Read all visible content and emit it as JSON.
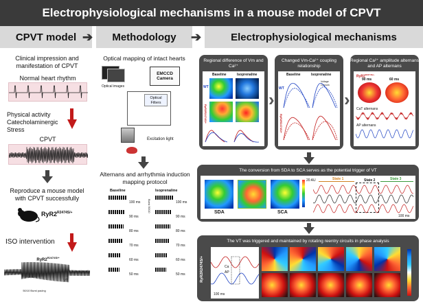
{
  "title": "Electrophysiological mechanisms in a  mouse model of CPVT",
  "headers": {
    "model": "CPVT model",
    "method": "Methodology",
    "mech": "Electrophysiological mechanisms"
  },
  "left": {
    "clinical": "Clinical impression and manifestation of CPVT",
    "normal": "Normal heart rhythm",
    "stress": "Physical activity\nCatecholaminergic\nStress",
    "cpvt": "CPVT",
    "reproduce": "Reproduce a mouse model with CPVT successfully",
    "mouse_label": "RyR2",
    "mouse_sup": "R2474S/+",
    "iso": "ISO intervention",
    "ecg_label": "RyR2",
    "ecg_sup": "R2474S/+",
    "vt": "VT",
    "pacing": "50/10 Burst pacing"
  },
  "middle": {
    "optical": "Optical mapping of intact hearts",
    "optical_images": "Optical images",
    "camera": "EMCCD Camera",
    "filters": "Optical Filters",
    "excitation": "Excitation light",
    "protocol": "Alternans and arrhythmia induction mapping protocol",
    "baseline": "Baseline",
    "isoprenaline": "Isoprenaline",
    "mid_arrow": "Burst 50/10",
    "intervals": [
      "100 ms",
      "90 ms",
      "80 ms",
      "70 ms",
      "60 ms",
      "50 ms"
    ]
  },
  "panel1": {
    "title": "Regional difference of Vm and Ca²⁺",
    "baseline": "Baseline",
    "iso": "Isoprenaline",
    "wt": "WT",
    "mut": "RyR2",
    "mut_sup": "R2474S/+"
  },
  "panel2": {
    "title": "Changed Vm-Ca²⁺ coupling relationship",
    "baseline": "Baseline",
    "iso": "Isoprenaline",
    "wt": "WT",
    "mut": "RyR2",
    "mut_sup": "R2474S/+",
    "leg1": "Voltage",
    "leg2": "Calcium"
  },
  "panel3": {
    "title": "Regional Ca²⁺ amplitude alternans and AP alternans",
    "mut": "RyR2",
    "mut_sup": "R2474S/+",
    "ms90": "90 ms",
    "ms60": "60 ms",
    "cat": "CaT alternans",
    "ap": "AP alternans"
  },
  "panel4": {
    "title": "The conversion from SDA to SCA serves as the potential trigger of VT",
    "sda": "SDA",
    "sca": "SCA",
    "state1": "State 1",
    "state2": "State 2",
    "state3": "State 3",
    "scale": "100 ms",
    "au": "20 AU"
  },
  "panel5": {
    "title": "The VT was triggered and maintained by rotating reentry circuits in phase analysis",
    "mut": "RyR2",
    "mut_sup": "R2474S/+",
    "ca": "Ca",
    "ap": "AP",
    "scale": "100 ms"
  },
  "colors": {
    "banner": "#3a3a3a",
    "header": "#d9d9d9",
    "panel": "#4a4a4a",
    "red_arrow": "#c21a1a",
    "ecg_bg": "#f6dfe3"
  }
}
